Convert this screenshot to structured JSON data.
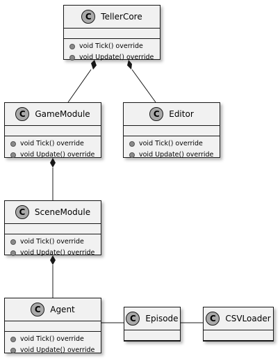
{
  "classes": {
    "teller_core": {
      "name": "TellerCore",
      "icon": "C",
      "methods": [
        "void Tick() override",
        "void Update() override"
      ]
    },
    "game_module": {
      "name": "GameModule",
      "icon": "C",
      "methods": [
        "void Tick() override",
        "void Update() override"
      ]
    },
    "editor": {
      "name": "Editor",
      "icon": "C",
      "methods": [
        "void Tick() override",
        "void Update() override"
      ]
    },
    "scene_module": {
      "name": "SceneModule",
      "icon": "C",
      "methods": [
        "void Tick() override",
        "void Update() override"
      ]
    },
    "agent": {
      "name": "Agent",
      "icon": "C",
      "methods": [
        "void Tick() override",
        "void Update() override"
      ]
    },
    "episode": {
      "name": "Episode",
      "icon": "C",
      "methods": []
    },
    "csv_loader": {
      "name": "CSVLoader",
      "icon": "C",
      "methods": []
    }
  },
  "relations": [
    {
      "from": "TellerCore",
      "to": "GameModule",
      "type": "composition"
    },
    {
      "from": "TellerCore",
      "to": "Editor",
      "type": "composition"
    },
    {
      "from": "GameModule",
      "to": "SceneModule",
      "type": "composition"
    },
    {
      "from": "SceneModule",
      "to": "Agent",
      "type": "composition"
    },
    {
      "from": "Agent",
      "to": "Episode",
      "type": "association"
    },
    {
      "from": "Episode",
      "to": "CSVLoader",
      "type": "association"
    }
  ],
  "colors": {
    "box_fill": "#f1f1f1",
    "border": "#181818",
    "icon_fill": "#a9a9a9",
    "line": "#181818"
  }
}
